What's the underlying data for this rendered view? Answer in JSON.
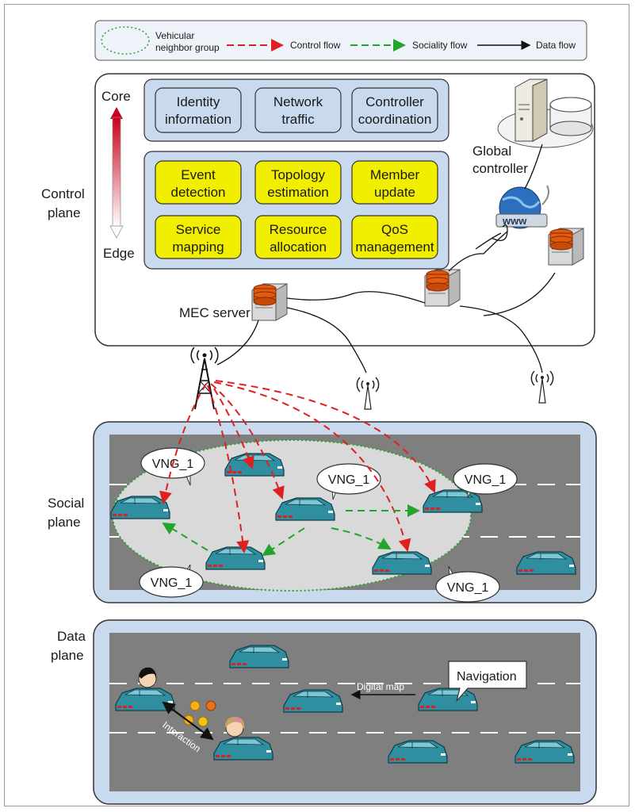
{
  "legend": {
    "vng_label_line1": "Vehicular",
    "vng_label_line2": "neighbor group",
    "control_flow": "Control flow",
    "sociality_flow": "Sociality flow",
    "data_flow": "Data flow"
  },
  "control_plane": {
    "label_line1": "Control",
    "label_line2": "plane",
    "core": "Core",
    "edge": "Edge",
    "top_boxes": [
      {
        "line1": "Identity",
        "line2": "information"
      },
      {
        "line1": "Network",
        "line2": "traffic"
      },
      {
        "line1": "Controller",
        "line2": "coordination"
      }
    ],
    "yellow_boxes": [
      {
        "line1": "Event",
        "line2": "detection"
      },
      {
        "line1": "Topology",
        "line2": "estimation"
      },
      {
        "line1": "Member",
        "line2": "update"
      },
      {
        "line1": "Service",
        "line2": "mapping"
      },
      {
        "line1": "Resource",
        "line2": "allocation"
      },
      {
        "line1": "QoS",
        "line2": "management"
      }
    ],
    "global_controller_line1": "Global",
    "global_controller_line2": "controller",
    "mec_server": "MEC server",
    "www": "www"
  },
  "social_plane": {
    "label_line1": "Social",
    "label_line2": "plane",
    "vng": "VNG_1"
  },
  "data_plane": {
    "label_line1": "Data",
    "label_line2": "plane",
    "navigation": "Navigation",
    "digital_map": "Digital map",
    "interaction": "Interaction"
  },
  "colors": {
    "control_flow": "#e02020",
    "sociality_flow": "#22a52a",
    "road": "#7f7f7f",
    "plane_bg": "#c9d9ee",
    "box_blue": "#c9d9ee",
    "box_yellow": "#f2ee00",
    "car": "#2f8fa0"
  }
}
